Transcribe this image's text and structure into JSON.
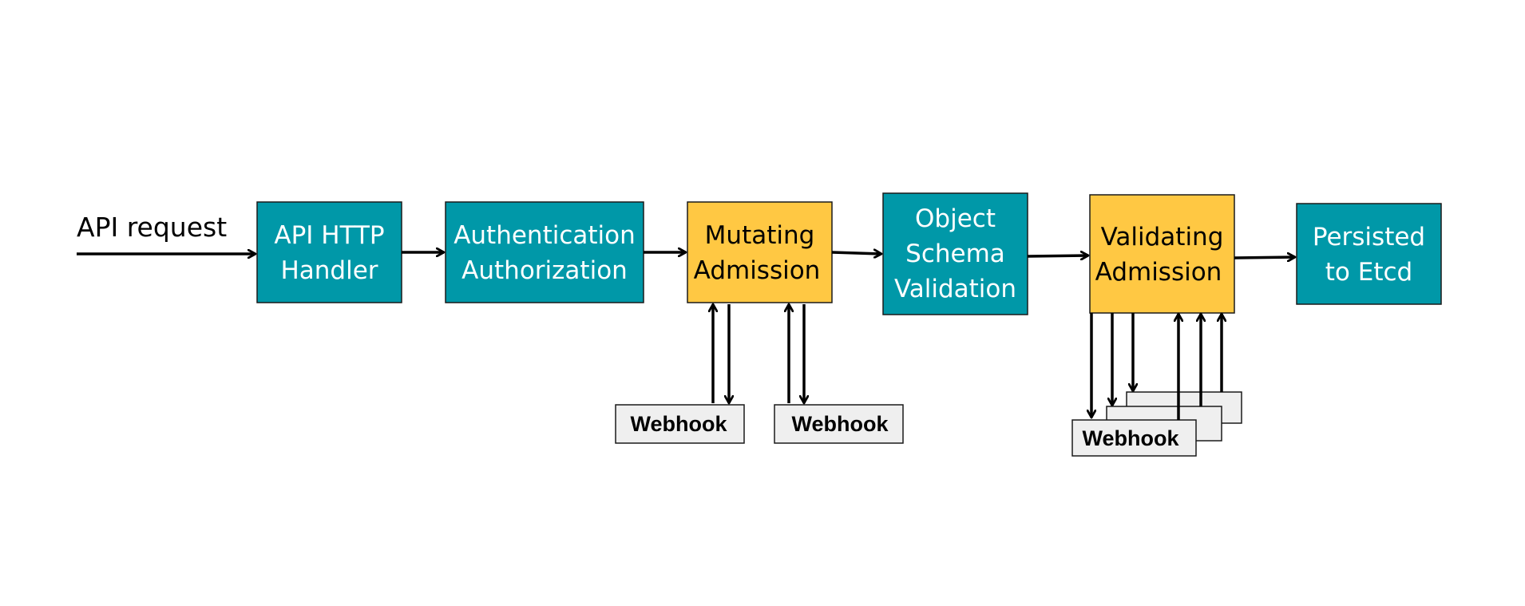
{
  "request_label": "API request",
  "stages": [
    {
      "id": "http",
      "lines": [
        "API HTTP",
        "Handler"
      ],
      "kind": "core"
    },
    {
      "id": "auth",
      "lines": [
        "Authentication",
        "Authorization"
      ],
      "kind": "core"
    },
    {
      "id": "mutating",
      "lines": [
        "Mutating",
        "Admission"
      ],
      "kind": "admission"
    },
    {
      "id": "schema",
      "lines": [
        "Object",
        "Schema",
        "Validation"
      ],
      "kind": "core"
    },
    {
      "id": "validating",
      "lines": [
        "Validating",
        "Admission"
      ],
      "kind": "admission"
    },
    {
      "id": "etcd",
      "lines": [
        "Persisted",
        "to Etcd"
      ],
      "kind": "core"
    }
  ],
  "webhook_label": "Webhook",
  "colors": {
    "core": "#0098a8",
    "admission": "#ffc843",
    "webhook": "#efefef",
    "core_text": "#ffffff",
    "admission_text": "#000000"
  }
}
